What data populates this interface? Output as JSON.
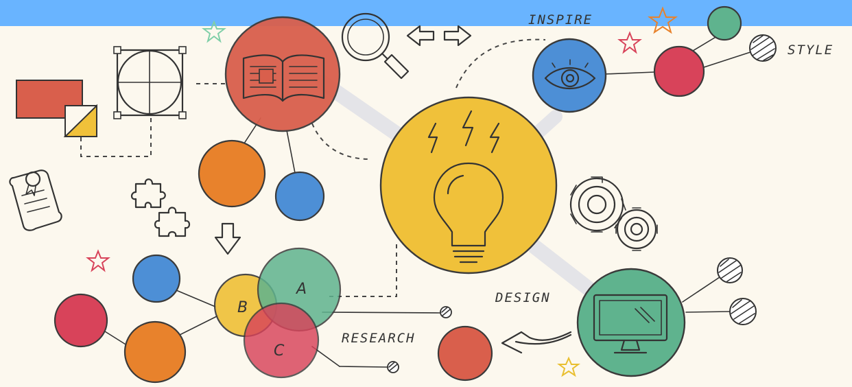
{
  "labels": {
    "inspire": "INSPIRE",
    "style": "STYLE",
    "design": "DESIGN",
    "research": "RESEARCH"
  },
  "venn": {
    "a": "A",
    "b": "B",
    "c": "C"
  },
  "colors": {
    "header_bar": "#69b4ff",
    "background": "#fcf8ee",
    "red": "#d95f4c",
    "orange": "#e8822c",
    "blue": "#4d8fd6",
    "yellow": "#f0c13a",
    "green": "#5fb38e",
    "crimson": "#d8435a"
  }
}
